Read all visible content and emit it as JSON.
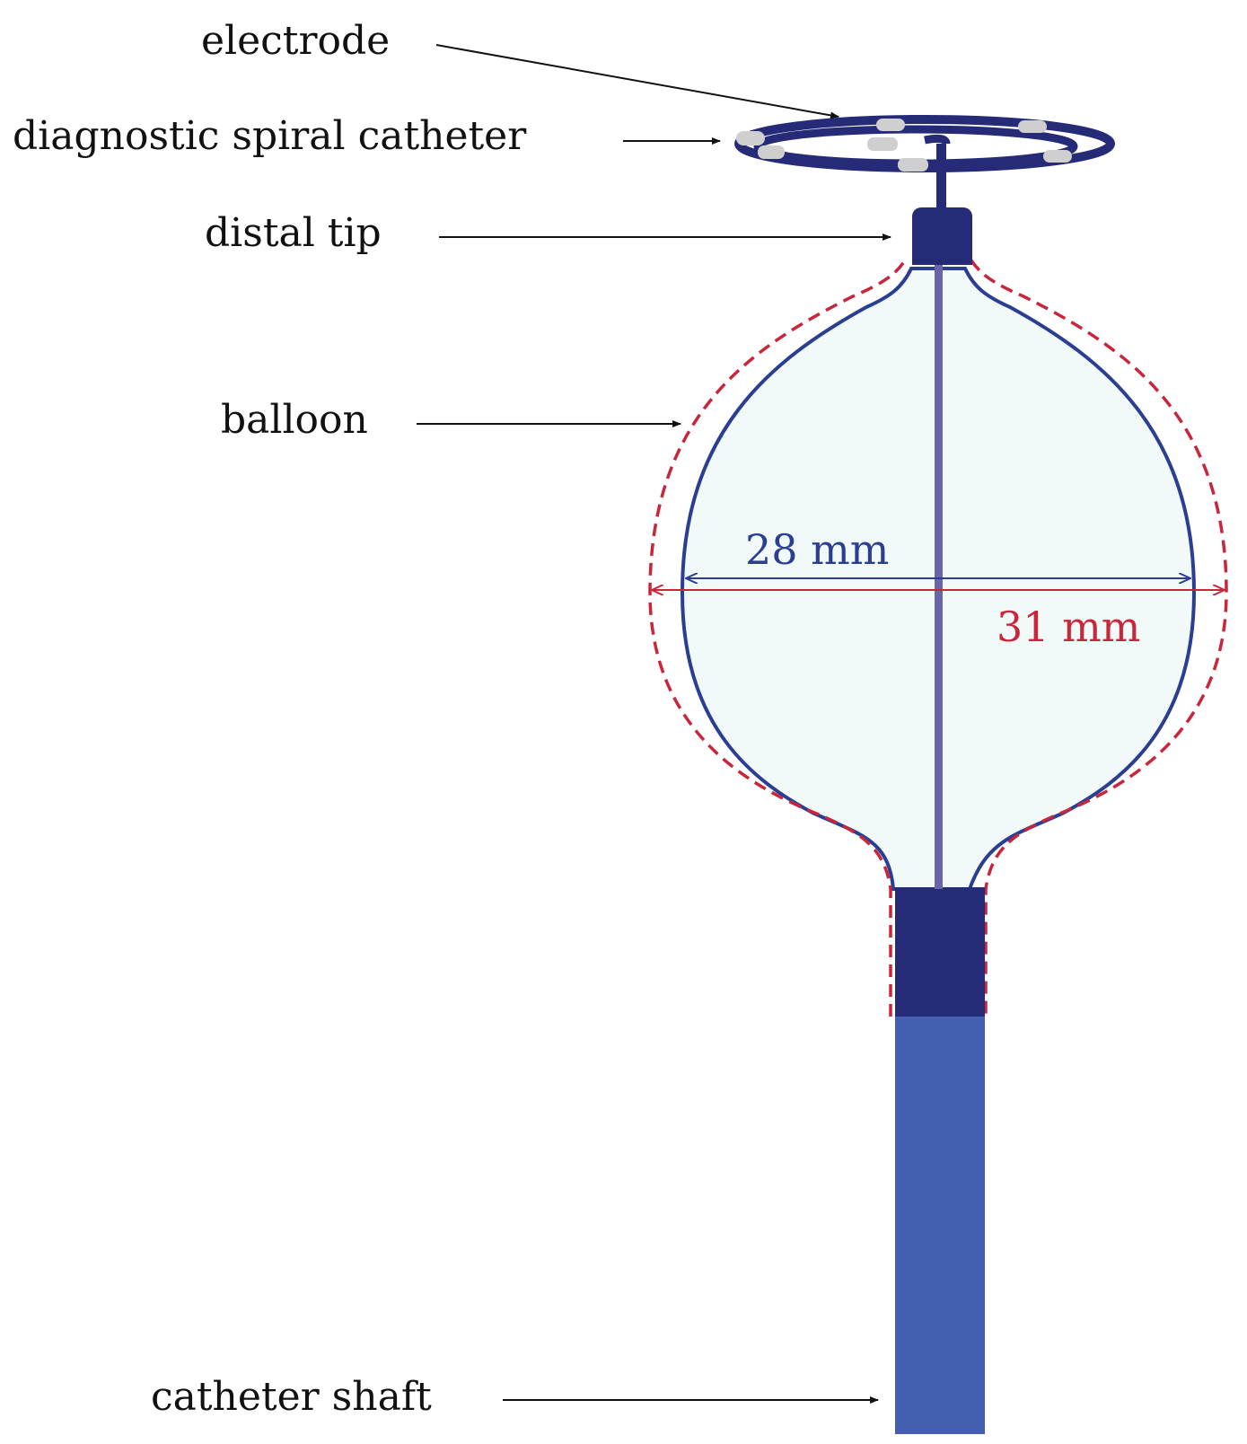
{
  "labels": {
    "electrode": "electrode",
    "spiral": "diagnostic spiral catheter",
    "distal_tip": "distal tip",
    "balloon": "balloon",
    "shaft": "catheter shaft"
  },
  "dimensions": {
    "inner": "28 mm",
    "outer": "31 mm"
  },
  "colors": {
    "navy": "#262b78",
    "shaft_blue": "#445fb2",
    "outline_blue": "#2a3f92",
    "dashed_red": "#c8263a",
    "balloon_fill": "#f1f9f9",
    "center_rod": "#6c64a8",
    "electrode_grey": "#cfcfcf",
    "label_text": "#111111"
  }
}
